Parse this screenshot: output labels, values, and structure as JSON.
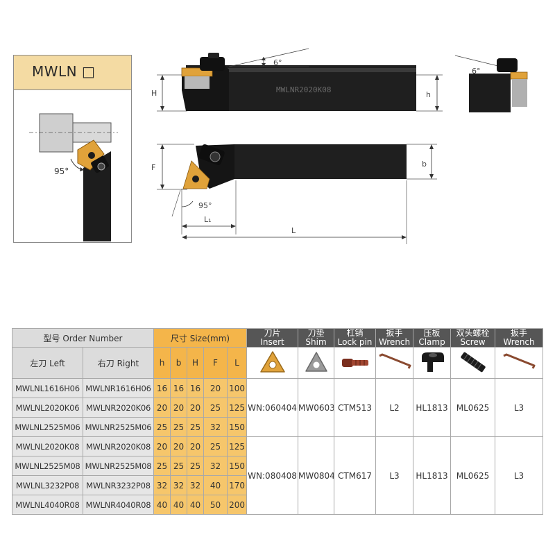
{
  "model": {
    "title": "MWLN □",
    "angle": "95°"
  },
  "diagram": {
    "angle_side": "6°",
    "angle_end": "6°",
    "angle_top": "95°",
    "label_H": "H",
    "label_h": "h",
    "label_F": "F",
    "label_b": "b",
    "label_L1": "L₁",
    "label_L": "L",
    "shank_marking": "MWLNR2020K08"
  },
  "table": {
    "header": {
      "order": "型号 Order Number",
      "size": "尺寸 Size(mm)",
      "insert": {
        "cn": "刀片",
        "en": "Insert"
      },
      "shim": {
        "cn": "刀垫",
        "en": "Shim"
      },
      "lockpin": {
        "cn": "杠销",
        "en": "Lock pin"
      },
      "wrench1": {
        "cn": "扳手",
        "en": "Wrench"
      },
      "clamp": {
        "cn": "压板",
        "en": "Clamp"
      },
      "screw": {
        "cn": "双头螺栓",
        "en": "Screw"
      },
      "wrench2": {
        "cn": "扳手",
        "en": "Wrench"
      }
    },
    "subheader": {
      "left": "左刀 Left",
      "right": "右刀 Right",
      "h": "h",
      "b": "b",
      "H": "H",
      "F": "F",
      "L": "L"
    },
    "rows": [
      {
        "left": "MWLNL1616H06",
        "right": "MWLNR1616H06",
        "h": "16",
        "b": "16",
        "H": "16",
        "F": "20",
        "L": "100"
      },
      {
        "left": "MWLNL2020K06",
        "right": "MWLNR2020K06",
        "h": "20",
        "b": "20",
        "H": "20",
        "F": "25",
        "L": "125"
      },
      {
        "left": "MWLNL2525M06",
        "right": "MWLNR2525M06",
        "h": "25",
        "b": "25",
        "H": "25",
        "F": "32",
        "L": "150"
      },
      {
        "left": "MWLNL2020K08",
        "right": "MWLNR2020K08",
        "h": "20",
        "b": "20",
        "H": "20",
        "F": "25",
        "L": "125"
      },
      {
        "left": "MWLNL2525M08",
        "right": "MWLNR2525M08",
        "h": "25",
        "b": "25",
        "H": "25",
        "F": "32",
        "L": "150"
      },
      {
        "left": "MWLNL3232P08",
        "right": "MWLNR3232P08",
        "h": "32",
        "b": "32",
        "H": "32",
        "F": "40",
        "L": "170"
      },
      {
        "left": "MWLNL4040R08",
        "right": "MWLNR4040R08",
        "h": "40",
        "b": "40",
        "H": "40",
        "F": "50",
        "L": "200"
      }
    ],
    "groups": [
      {
        "insert": "WN:060404",
        "shim": "MW0603",
        "lockpin": "CTM513",
        "wrench1": "L2",
        "clamp": "HL1813",
        "screw": "ML0625",
        "wrench2": "L3"
      },
      {
        "insert": "WN:080408",
        "shim": "MW0804",
        "lockpin": "CTM617",
        "wrench1": "L3",
        "clamp": "HL1813",
        "screw": "ML0625",
        "wrench2": "L3"
      }
    ]
  },
  "colors": {
    "header_orange": "#f4b54a",
    "cell_orange": "#f6c66b",
    "header_dark": "#565656",
    "insert_gold": "#e0a23a"
  }
}
